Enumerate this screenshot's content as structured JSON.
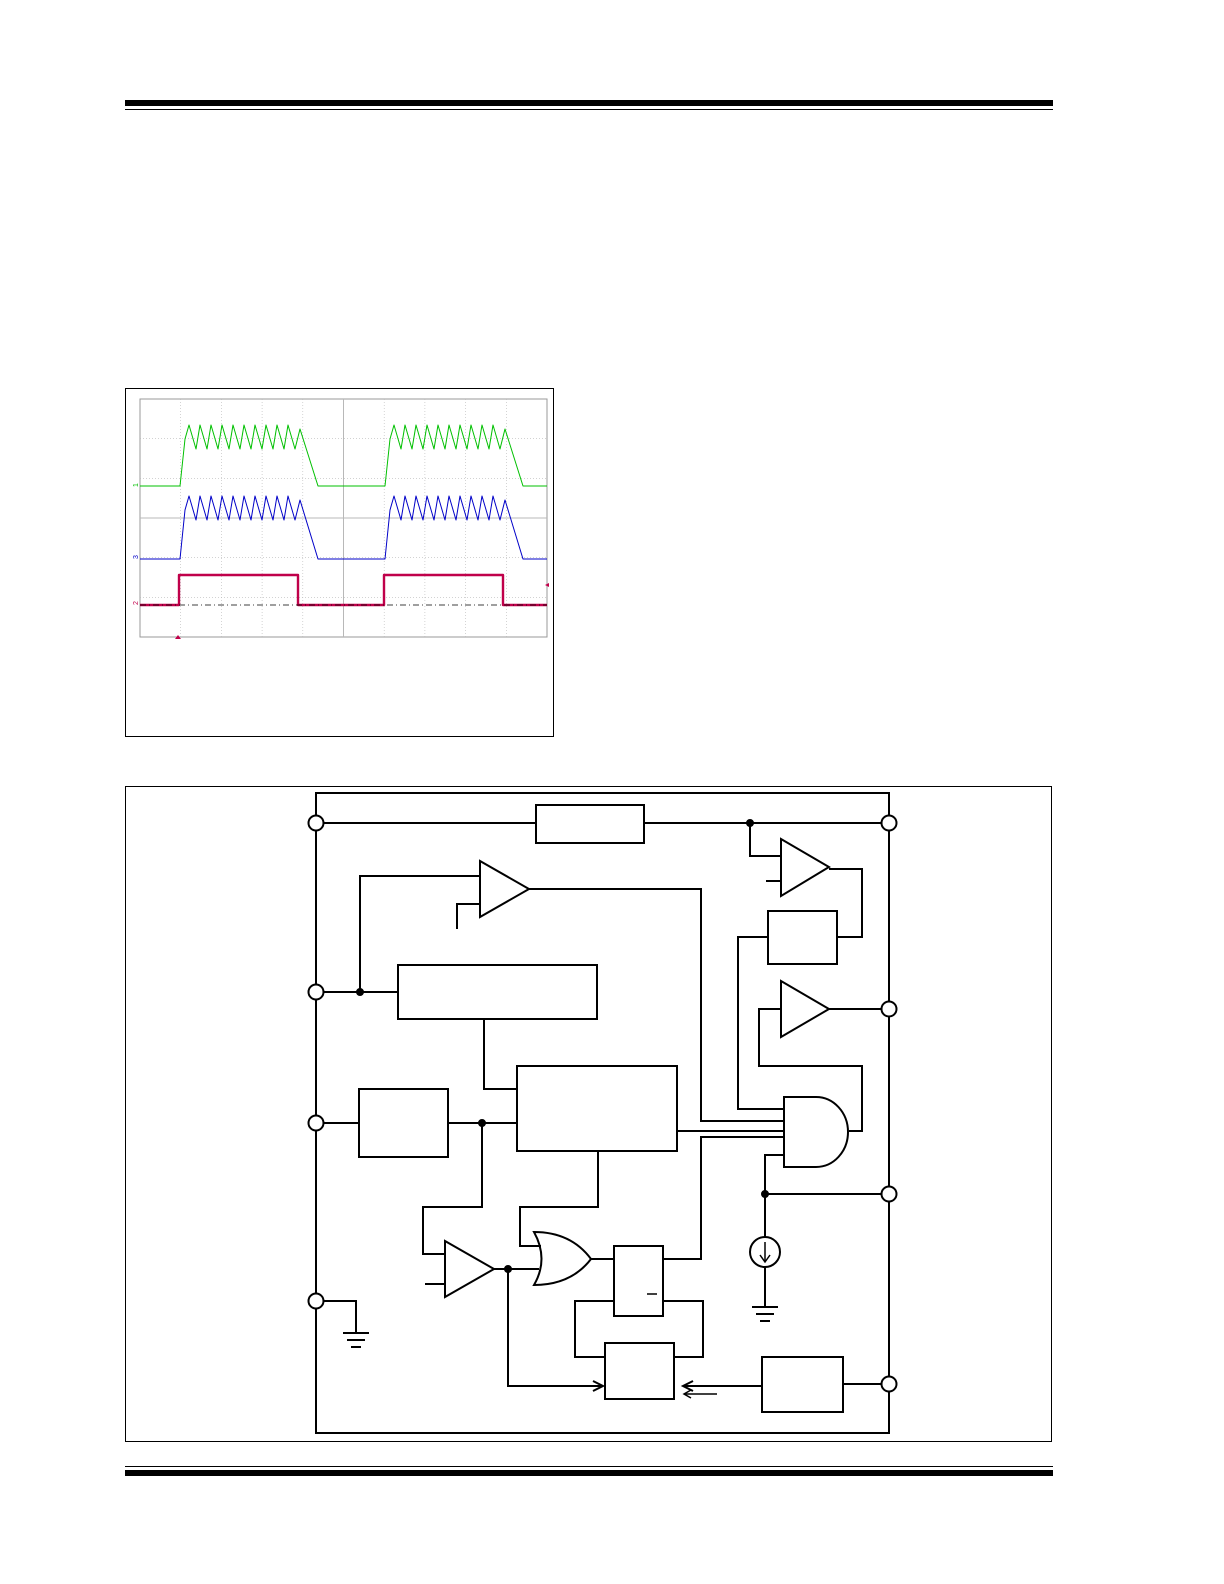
{
  "header": {},
  "scope": {
    "channels": [
      {
        "label": "1",
        "color": "#00c000",
        "name": "channel-1-trace"
      },
      {
        "label": "3",
        "color": "#0000c8",
        "name": "channel-3-trace"
      },
      {
        "label": "2",
        "color": "#c0004a",
        "name": "channel-2-trace"
      }
    ],
    "grid_color": "#b8b8b8",
    "divisions": {
      "x": 10,
      "y": 6
    }
  },
  "block_diagram": {},
  "footer": {}
}
